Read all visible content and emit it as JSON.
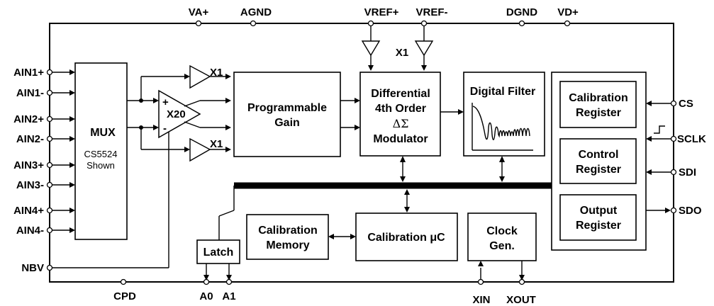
{
  "pins": {
    "va_plus": "VA+",
    "agnd": "AGND",
    "vref_plus": "VREF+",
    "vref_minus": "VREF-",
    "dgnd": "DGND",
    "vd_plus": "VD+",
    "ain1_plus": "AIN1+",
    "ain1_minus": "AIN1-",
    "ain2_plus": "AIN2+",
    "ain2_minus": "AIN2-",
    "ain3_plus": "AIN3+",
    "ain3_minus": "AIN3-",
    "ain4_plus": "AIN4+",
    "ain4_minus": "AIN4-",
    "nbv": "NBV",
    "cpd": "CPD",
    "a0": "A0",
    "a1": "A1",
    "xin": "XIN",
    "xout": "XOUT",
    "cs": "CS",
    "sclk": "SCLK",
    "sdi": "SDI",
    "sdo": "SDO"
  },
  "blocks": {
    "mux": "MUX",
    "mux_note_1": "CS5524",
    "mux_note_2": "Shown",
    "x20": "X20",
    "x20_plus": "+",
    "x20_minus": "-",
    "x1_top": "X1",
    "x1_bottom": "X1",
    "x1_vref": "X1",
    "pga_1": "Programmable",
    "pga_2": "Gain",
    "mod_1": "Differential",
    "mod_2": "4th Order",
    "mod_3": "ΔΣ",
    "mod_4": "Modulator",
    "digital_filter": "Digital Filter",
    "cal_reg_1": "Calibration",
    "cal_reg_2": "Register",
    "ctrl_reg_1": "Control",
    "ctrl_reg_2": "Register",
    "out_reg_1": "Output",
    "out_reg_2": "Register",
    "cal_mem_1": "Calibration",
    "cal_mem_2": "Memory",
    "cal_uc": "Calibration μC",
    "clock_1": "Clock",
    "clock_2": "Gen.",
    "latch": "Latch"
  }
}
